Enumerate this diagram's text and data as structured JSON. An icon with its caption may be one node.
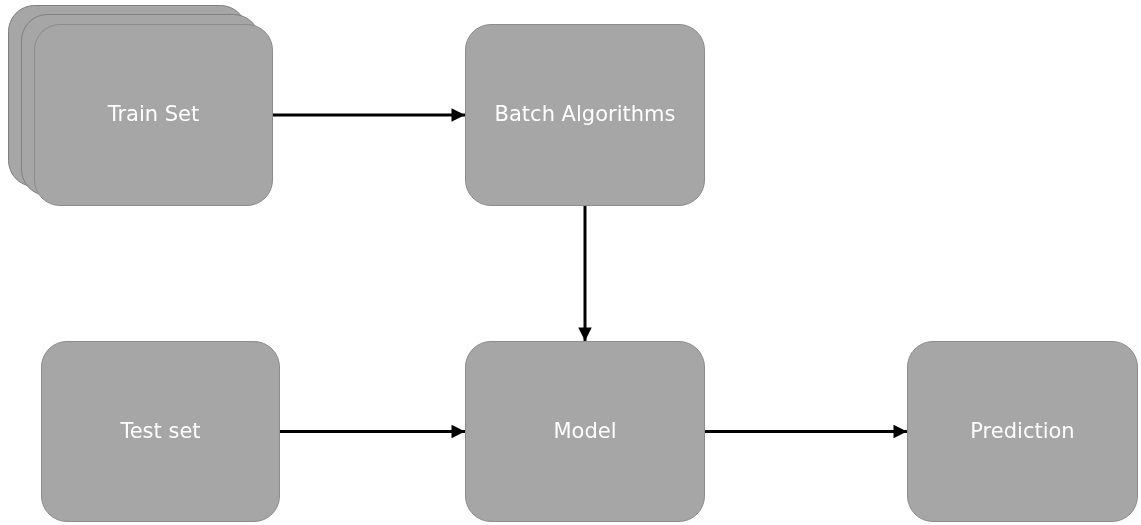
{
  "diagram": {
    "nodes": [
      {
        "text": [
          "Train Set"
        ]
      },
      {
        "text": [
          "Batch Algorithms"
        ]
      },
      {
        "text": [
          "Test set"
        ]
      },
      {
        "text": [
          "Model"
        ]
      },
      {
        "text": [
          "Prediction"
        ]
      }
    ],
    "edges": [
      {
        "from": 0,
        "to": 1,
        "arrow": "to"
      },
      {
        "from": 1,
        "to": 3,
        "arrow": "to"
      },
      {
        "from": 2,
        "to": 3,
        "arrow": "to"
      },
      {
        "from": 3,
        "to": 4,
        "arrow": "to"
      }
    ]
  }
}
